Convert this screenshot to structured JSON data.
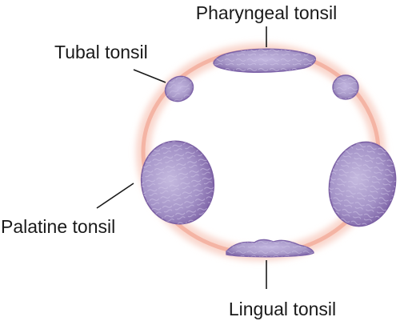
{
  "labels": {
    "pharyngeal": "Pharyngeal tonsil",
    "tubal": "Tubal tonsil",
    "palatine": "Palatine tonsil",
    "lingual": "Lingual tonsil"
  },
  "colors": {
    "ring_glow": "#f6c9bd",
    "ring_core": "#f0a592",
    "tonsil_fill": "#a99ac9",
    "tonsil_edge": "#7d63a8",
    "tonsil_texture": "#c7bde0",
    "label_text": "#1a1a1a"
  }
}
